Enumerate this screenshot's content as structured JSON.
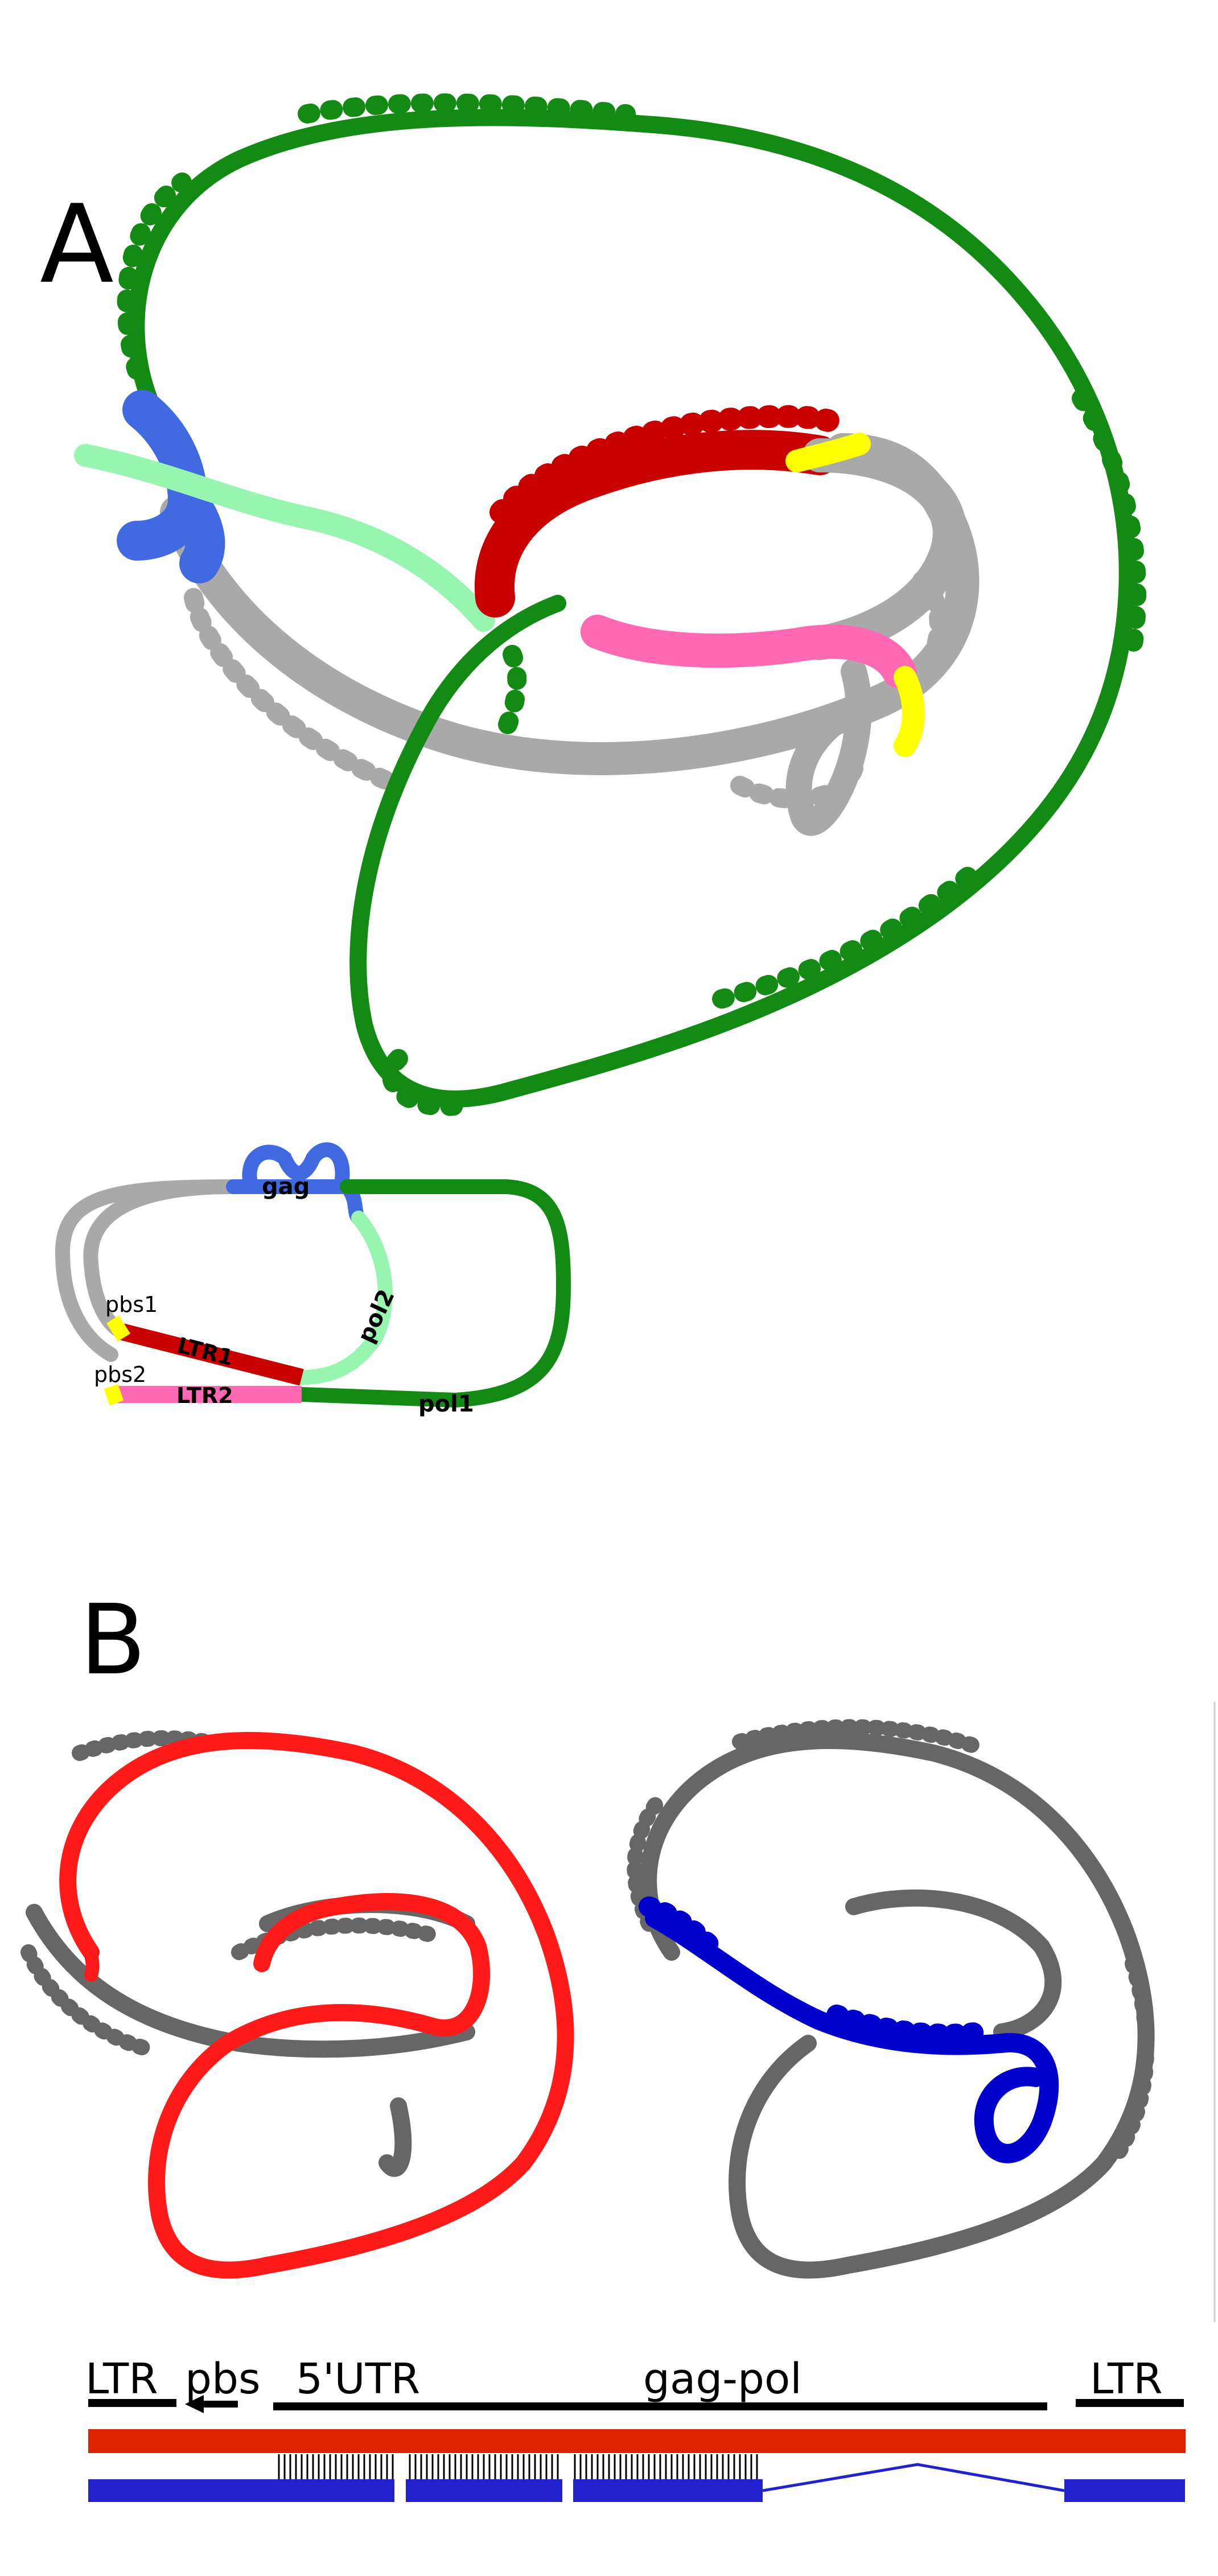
{
  "panels": {
    "a": {
      "letter": "A"
    },
    "b": {
      "letter": "B"
    }
  },
  "schematic": {
    "gag": "gag",
    "pol1": "pol1",
    "pol2": "pol2",
    "ltr1": "LTR1",
    "ltr2": "LTR2",
    "pbs1": "pbs1",
    "pbs2": "pbs2"
  },
  "track": {
    "ltr_left": "LTR",
    "pbs": "pbs",
    "utr": "5'UTR",
    "gagpol": "gag-pol",
    "ltr_right": "LTR"
  },
  "colors": {
    "gag": "#4169e1",
    "pol1": "#138a13",
    "pol2": "#98f5b0",
    "ltr1": "#c80000",
    "ltr2": "#ff69b4",
    "pbs": "#ffff00",
    "other": "#a9a9a9",
    "dark_grey": "#666666",
    "red_highlight": "#ff1a1a",
    "blue_highlight": "#0000cd",
    "track_red": "#dd2200",
    "track_blue": "#2222cc"
  }
}
